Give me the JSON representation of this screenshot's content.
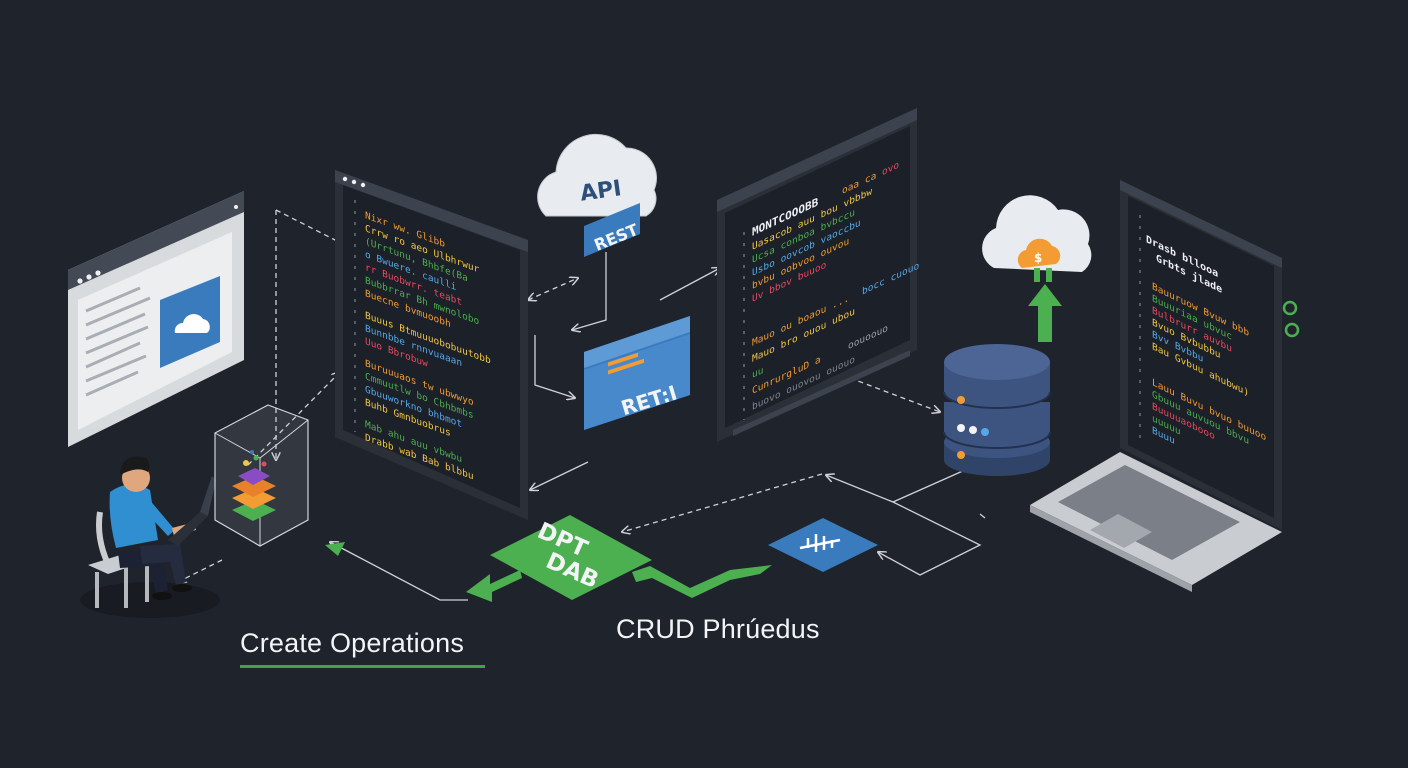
{
  "captions": {
    "create_operations": "Create Operations",
    "crud": "CRUD Phrúedus"
  },
  "labels": {
    "api_cloud": "API",
    "rest_tag": "REST",
    "rest_card": "RET:I",
    "db_badge_line1": "DPT",
    "db_badge_line2": "DAB",
    "mongo_panel_title": "MONTCOOOBB",
    "mongo_panel_footer": "CunrurgluD a",
    "laptop_panel_title_1": "Drasb bllooa",
    "laptop_panel_title_2": "Grbts jlade"
  },
  "icons": [
    "browser-window-icon",
    "cloud-icon",
    "person-at-laptop-icon",
    "glass-cube-icon",
    "code-editor-icon",
    "api-cloud-icon",
    "rest-card-icon",
    "database-badge-icon",
    "filter-tile-icon",
    "mongodb-panel-icon",
    "orange-cloud-icon",
    "upload-arrow-icon",
    "database-cylinder-icon",
    "laptop-icon",
    "link-icon"
  ],
  "colors": {
    "background": "#1f232b",
    "accent_green": "#4caf50",
    "accent_blue": "#3a7bbd",
    "accent_orange": "#f29c33",
    "db_navy": "#3d5480",
    "caption_underline": "#3fa34d"
  }
}
